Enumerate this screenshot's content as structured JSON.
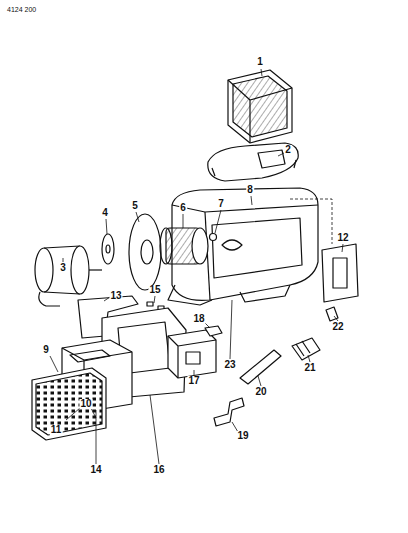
{
  "diagram": {
    "labels": [
      "4124 200",
      "1",
      "2",
      "3",
      "4",
      "5",
      "6",
      "7",
      "8",
      "9",
      "10",
      "11",
      "12",
      "13",
      "14",
      "15",
      "16",
      "17",
      "18",
      "19",
      "20",
      "21",
      "22",
      "23"
    ]
  }
}
